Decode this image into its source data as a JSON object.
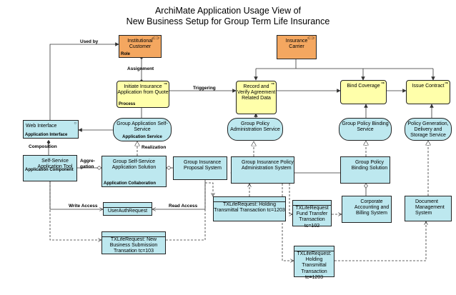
{
  "title": {
    "line1": "ArchiMate Application Usage View of",
    "line2": "New Business Setup for Group Term Life Insurance"
  },
  "elements": {
    "institutional_customer": {
      "name": "Institutional Customer",
      "tag": "Role"
    },
    "insurance_carrier": {
      "name": "Insurance Carrier"
    },
    "initiate_application": {
      "name": "Initiate Insurance Application from Quote",
      "tag": "Process"
    },
    "record_verify": {
      "name": "Record and Verify Agreement Related Data"
    },
    "bind_coverage": {
      "name": "Bind Coverage"
    },
    "issue_contract": {
      "name": "Issue Contract"
    },
    "web_interface": {
      "name": "Web Interface",
      "tag": "Application Interface"
    },
    "group_app_self_service": {
      "name": "Group Application Self-Service",
      "tag": "Application Service"
    },
    "gpa_service": {
      "name": "Group Policy Administration Service"
    },
    "gpb_service": {
      "name": "Group Policy Binding Service"
    },
    "policy_gen_service": {
      "name": "Policy Generation, Delivery and Storage Service"
    },
    "self_service_tool": {
      "name": "Self-Service Application Tool",
      "tag": "Application Component"
    },
    "gss_solution": {
      "name": "Group Self-Service Application Solution",
      "tag": "Application Collaboration"
    },
    "gip_system": {
      "name": "Group Insurance Proposal System"
    },
    "gipa_system": {
      "name": "Group Insurance Policy Administration System"
    },
    "gpb_solution": {
      "name": "Group Policy Binding Solution"
    },
    "corp_accounting": {
      "name": "Corporate Accounting and Billing System"
    },
    "doc_mgmt": {
      "name": "Document Management System"
    },
    "user_auth": {
      "name": "UserAuthRequest"
    },
    "tx_holding_1": {
      "name": "TXLifeRequest: Holding Transmittal Transaction tc=1203"
    },
    "tx_fund": {
      "name": "TXLifeRequest Fund Transfer Transaction tc=102"
    },
    "tx_holding_2": {
      "name": "TXLifeRequest: Holding Transmittal Transaction tc=1203"
    },
    "tx_new_business": {
      "name": "TXLifeRequest: New Business Submission Transation tc=103"
    }
  },
  "labels": {
    "used_by": "Used by",
    "assignment": "Assignment",
    "triggering": "Triggering",
    "realization": "Realization",
    "composition": "Composition",
    "aggregation": "Aggre-\ngation",
    "write_access": "Write Access",
    "read_access": "Read Access"
  },
  "colors": {
    "role": "#f4a760",
    "process": "#ffffaa",
    "application": "#bde8ef",
    "line": "#333333"
  }
}
